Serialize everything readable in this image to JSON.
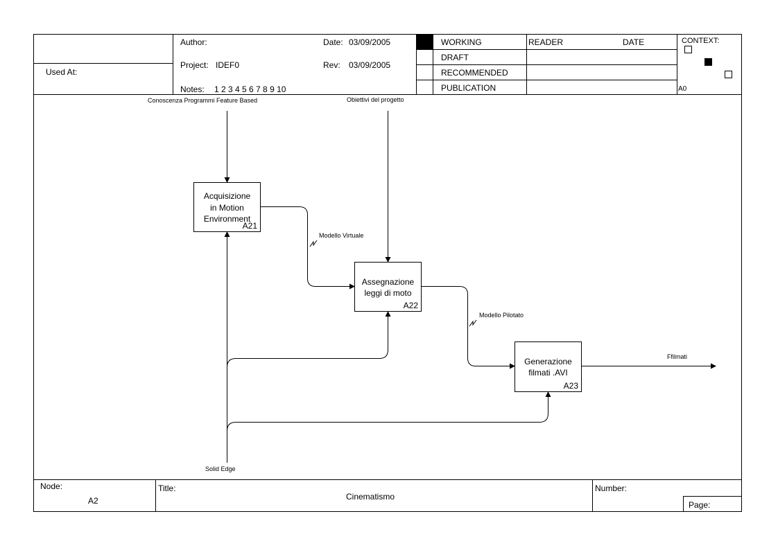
{
  "header": {
    "used_at": "Used At:",
    "author": "Author:",
    "project_label": "Project:",
    "project_value": "IDEF0",
    "notes_label": "Notes:",
    "notes_values": "1 2 3 4 5 6 7 8 9 10",
    "date_label": "Date:",
    "date_value": "03/09/2005",
    "rev_label": "Rev:",
    "rev_value": "03/09/2005",
    "status_working": "WORKING",
    "status_draft": "DRAFT",
    "status_recommended": "RECOMMENDED",
    "status_publication": "PUBLICATION",
    "reader": "READER",
    "date_col": "DATE",
    "context": "CONTEXT:",
    "context_node": "A0"
  },
  "diagram": {
    "boxes": [
      {
        "lines": [
          "Acquisizione",
          "in Motion",
          "Environment"
        ],
        "code": "A21"
      },
      {
        "lines": [
          "Assegnazione",
          "leggi di moto"
        ],
        "code": "A22"
      },
      {
        "lines": [
          "Generazione",
          "filmati .AVI"
        ],
        "code": "A23"
      }
    ],
    "arrows": {
      "control_1": "Conoscenza Programmi Feature Based",
      "control_2": "Obiettivi del progetto",
      "mechanism": "Solid Edge",
      "link_1": "Modello Virtuale",
      "link_2": "Modello Pilotato",
      "output": "Ffilmati"
    }
  },
  "footer": {
    "node_label": "Node:",
    "node_value": "A2",
    "title_label": "Title:",
    "title_value": "Cinematismo",
    "number_label": "Number:",
    "page_label": "Page:"
  }
}
